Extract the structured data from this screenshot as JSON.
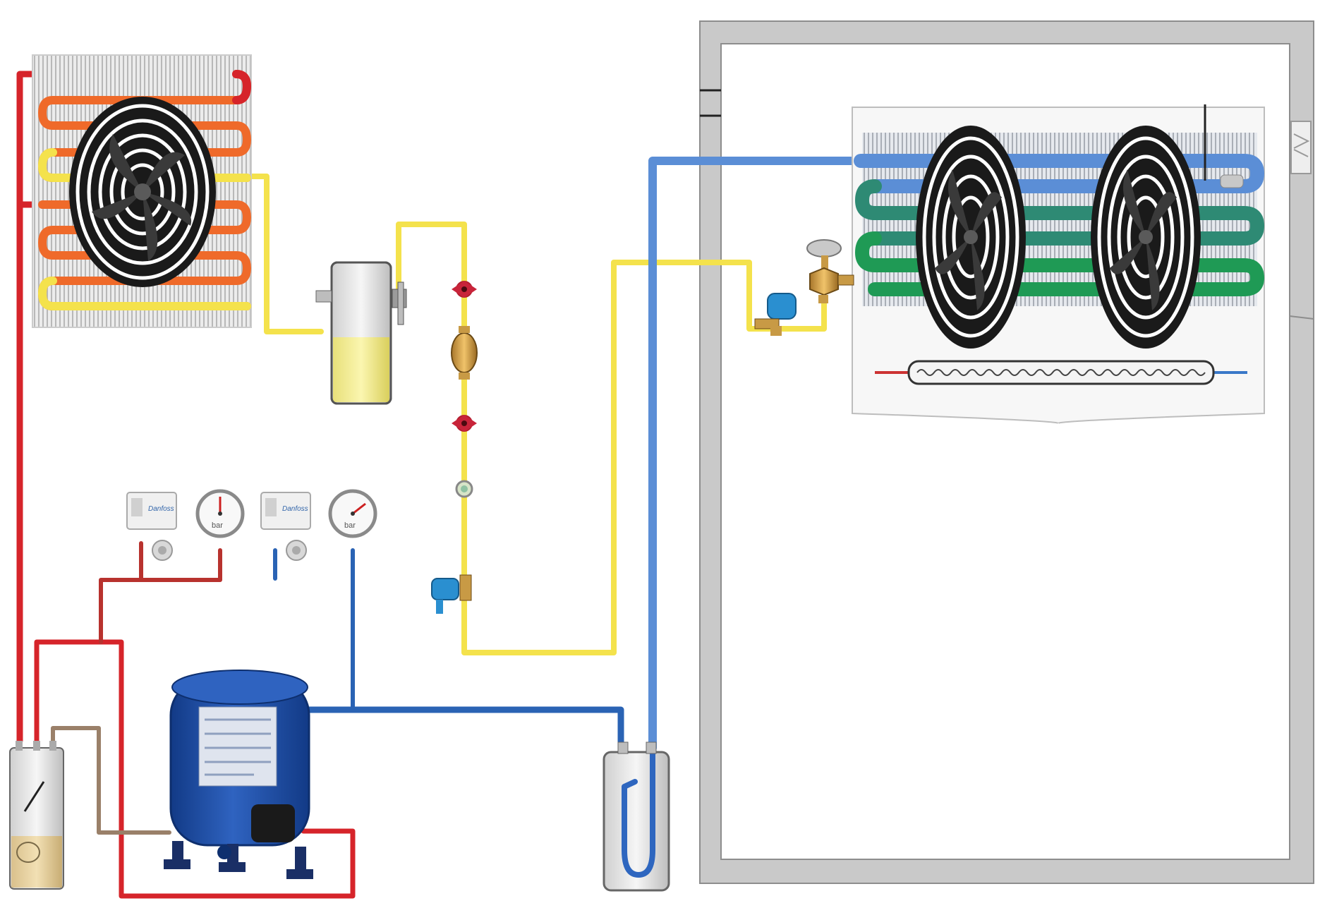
{
  "colors": {
    "discharge_line": "#d6242a",
    "hot_coil": "#ef6a2a",
    "liquid_line": "#f4e24c",
    "suction_line": "#5b8ed6",
    "evaporator_mid": "#2e8a74",
    "evaporator_low": "#1f9a55",
    "compressor": "#1c4ea8",
    "wall": "#c9c9c9",
    "background": "#ffffff"
  },
  "components": [
    {
      "name": "air-cooled-condenser",
      "icon": "condenser-fan-coil-icon"
    },
    {
      "name": "liquid-receiver",
      "icon": "receiver-tank-icon"
    },
    {
      "name": "shutoff-valve-upper",
      "icon": "red-valve-icon"
    },
    {
      "name": "filter-drier",
      "icon": "filter-drier-icon"
    },
    {
      "name": "shutoff-valve-lower",
      "icon": "red-valve-icon"
    },
    {
      "name": "sight-glass",
      "icon": "sight-glass-icon"
    },
    {
      "name": "liquid-solenoid-valve",
      "icon": "solenoid-valve-icon"
    },
    {
      "name": "high-pressure-switch",
      "icon": "pressure-switch-icon"
    },
    {
      "name": "high-pressure-gauge",
      "icon": "gauge-icon"
    },
    {
      "name": "low-pressure-switch",
      "icon": "pressure-switch-icon"
    },
    {
      "name": "low-pressure-gauge",
      "icon": "gauge-icon"
    },
    {
      "name": "oil-separator",
      "icon": "oil-separator-icon"
    },
    {
      "name": "compressor",
      "icon": "scroll-compressor-icon"
    },
    {
      "name": "suction-accumulator",
      "icon": "accumulator-icon"
    },
    {
      "name": "cold-room",
      "icon": "cold-room-wall-icon"
    },
    {
      "name": "evaporator-unit",
      "icon": "evaporator-twin-fan-icon"
    },
    {
      "name": "thermostatic-expansion-valve",
      "icon": "expansion-valve-icon"
    },
    {
      "name": "evaporator-solenoid-valve",
      "icon": "solenoid-valve-icon"
    },
    {
      "name": "defrost-heater",
      "icon": "heater-element-icon"
    }
  ]
}
